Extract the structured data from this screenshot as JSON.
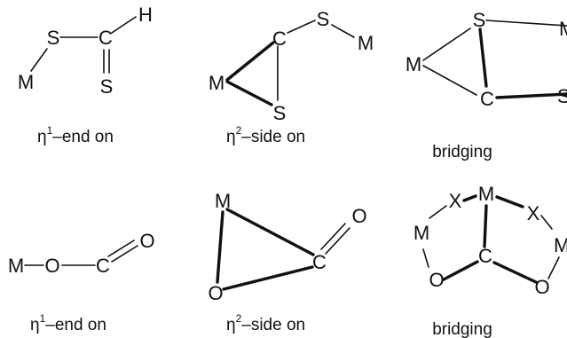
{
  "atoms": {
    "s": "S",
    "c": "C",
    "h": "H",
    "m": "M",
    "o": "O",
    "x": "X"
  },
  "captions": {
    "eta": "η",
    "one": "1",
    "two": "2",
    "end_on": "–end on",
    "side_on": "–side on",
    "bridging": "bridging"
  }
}
